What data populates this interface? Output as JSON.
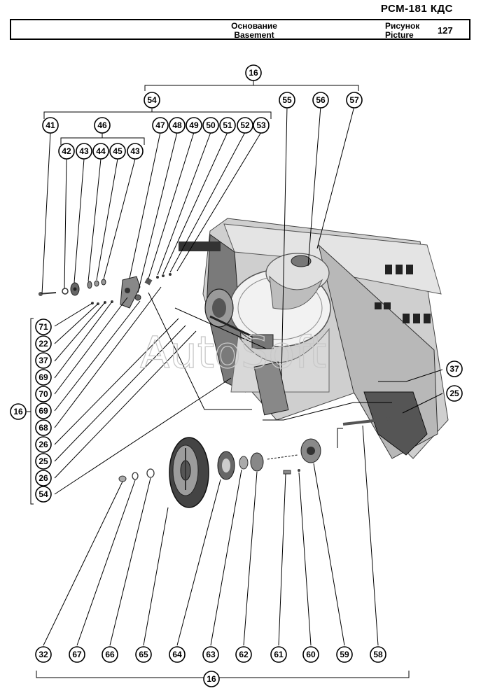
{
  "header": {
    "model": "РСМ-181 КДС",
    "title_ru": "Основание",
    "title_en": "Basement",
    "picture_ru": "Рисунок",
    "picture_en": "Picture",
    "picture_number": "127"
  },
  "watermark": "AutoSoft",
  "callouts": {
    "top": [
      "16",
      "54",
      "55",
      "56",
      "57",
      "41",
      "46",
      "47",
      "48",
      "49",
      "50",
      "51",
      "52",
      "53",
      "42",
      "43",
      "44",
      "45",
      "43"
    ],
    "left": [
      "71",
      "22",
      "37",
      "69",
      "70",
      "69",
      "68",
      "26",
      "25",
      "26",
      "54"
    ],
    "left_group": "16",
    "right": [
      "37",
      "25"
    ],
    "bottom": [
      "32",
      "67",
      "66",
      "65",
      "64",
      "63",
      "62",
      "61",
      "60",
      "59",
      "58"
    ],
    "bottom_group": "16"
  }
}
